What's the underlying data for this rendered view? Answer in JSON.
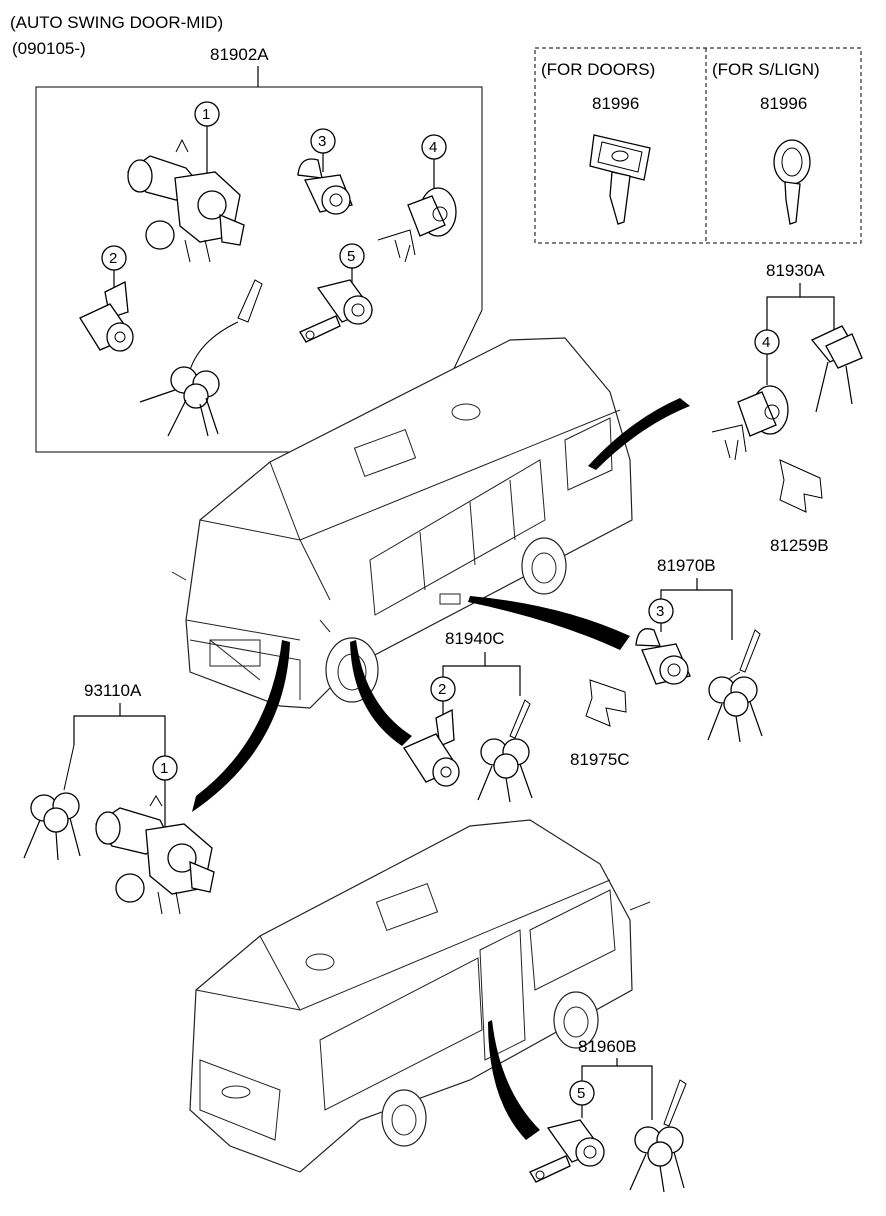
{
  "header": {
    "title_line1": "(AUTO SWING DOOR-MID)",
    "title_line2": "(090105-)"
  },
  "boxes": {
    "for_doors": "(FOR DOORS)",
    "for_slign": "(FOR S/LIGN)"
  },
  "parts": {
    "kit_main": "81902A",
    "key_doors": "81996",
    "key_slign": "81996",
    "set_81930A": "81930A",
    "bracket_81259B": "81259B",
    "set_81970B": "81970B",
    "set_81940C": "81940C",
    "bracket_81975C": "81975C",
    "set_93110A": "93110A",
    "set_81960B": "81960B"
  },
  "callouts": [
    "1",
    "2",
    "3",
    "4",
    "5",
    "4",
    "3",
    "2",
    "1",
    "5"
  ],
  "colors": {
    "ink": "#000000",
    "background": "#ffffff"
  }
}
